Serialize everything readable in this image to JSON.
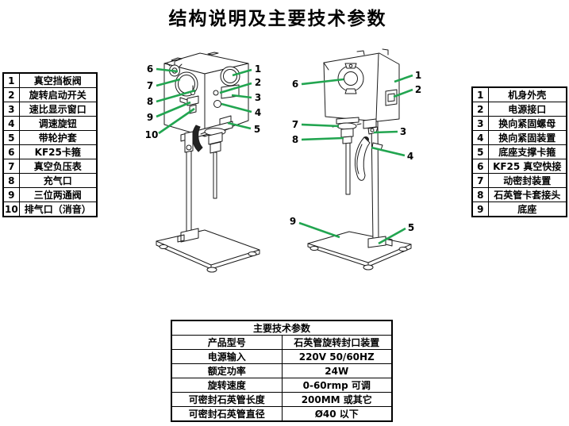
{
  "title": "结构说明及主要技术参数",
  "colors": {
    "callout_green": "#22a550",
    "diagram_line": "#1b1b1b",
    "table_border": "#000000",
    "background": "#ffffff",
    "text": "#000000"
  },
  "left_parts_table": {
    "rows": [
      {
        "num": "1",
        "label": "真空挡板阀"
      },
      {
        "num": "2",
        "label": "旋转启动开关"
      },
      {
        "num": "3",
        "label": "速比显示窗口"
      },
      {
        "num": "4",
        "label": "调速旋钮"
      },
      {
        "num": "5",
        "label": "带轮护套"
      },
      {
        "num": "6",
        "label": "KF25卡箍"
      },
      {
        "num": "7",
        "label": "真空负压表"
      },
      {
        "num": "8",
        "label": "充气口"
      },
      {
        "num": "9",
        "label": "三位两通阀"
      },
      {
        "num": "10",
        "label": "排气口（消音）"
      }
    ]
  },
  "right_parts_table": {
    "rows": [
      {
        "num": "1",
        "label": "机身外壳"
      },
      {
        "num": "2",
        "label": "电源接口"
      },
      {
        "num": "3",
        "label": "换向紧固螺母"
      },
      {
        "num": "4",
        "label": "换向紧固装置"
      },
      {
        "num": "5",
        "label": "底座支撑卡箍"
      },
      {
        "num": "6",
        "label": "KF25 真空快接"
      },
      {
        "num": "7",
        "label": "动密封装置"
      },
      {
        "num": "8",
        "label": "石英管卡套接头"
      },
      {
        "num": "9",
        "label": "底座"
      }
    ]
  },
  "specs_table": {
    "title": "主要技术参数",
    "rows": [
      {
        "name": "产品型号",
        "value": "石英管旋转封口装置"
      },
      {
        "name": "电源输入",
        "value": "220V 50/60HZ"
      },
      {
        "name": "额定功率",
        "value": "24W"
      },
      {
        "name": "旋转速度",
        "value": "0-60rmp 可调"
      },
      {
        "name": "可密封石英管长度",
        "value": "200MM 或其它"
      },
      {
        "name": "可密封石英管直径",
        "value": "Ø40 以下"
      }
    ]
  },
  "diagram_front": {
    "callouts": [
      "1",
      "2",
      "3",
      "4",
      "5",
      "6",
      "7",
      "8",
      "9",
      "10"
    ]
  },
  "diagram_rear": {
    "callouts": [
      "1",
      "2",
      "3",
      "4",
      "5",
      "6",
      "7",
      "8",
      "9"
    ]
  }
}
